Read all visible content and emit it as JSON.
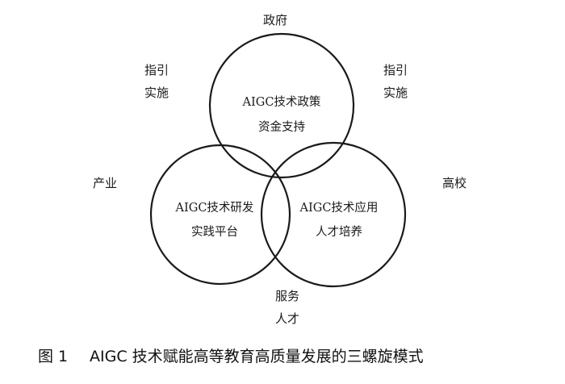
{
  "labels": {
    "top": "政府",
    "top_left_1": "指引",
    "top_left_2": "实施",
    "top_right_1": "指引",
    "top_right_2": "实施",
    "left": "产业",
    "right": "高校",
    "bottom_1": "服务",
    "bottom_2": "人才"
  },
  "circles": {
    "top_line1": "AIGC技术政策",
    "top_line2": "资金支持",
    "left_line1": "AIGC技术研发",
    "left_line2": "实践平台",
    "right_line1": "AIGC技术应用",
    "right_line2": "人才培养"
  },
  "caption": {
    "number": "图 1",
    "text": "AIGC 技术赋能高等教育高质量发展的三螺旋模式"
  }
}
